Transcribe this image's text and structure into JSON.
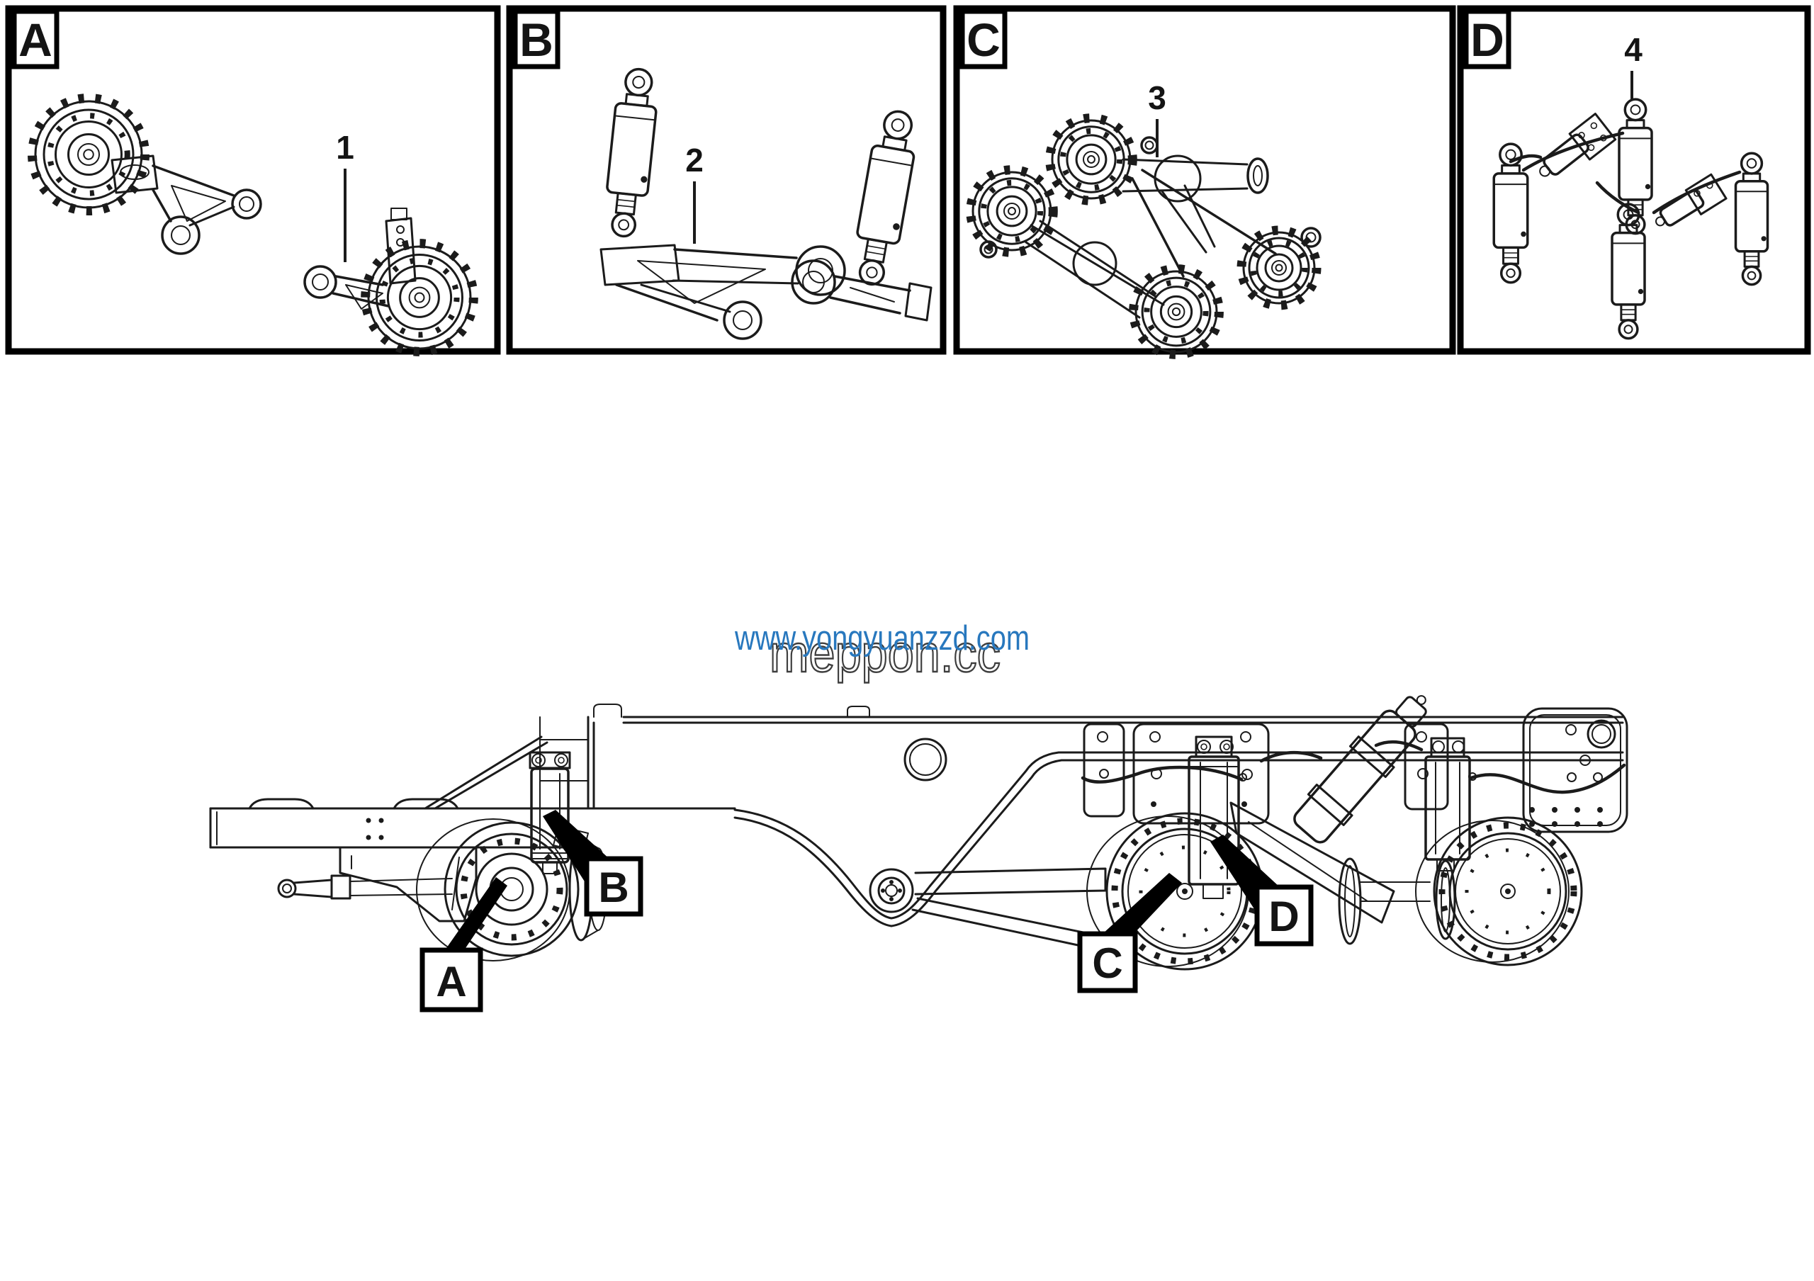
{
  "figure": {
    "type": "parts-location-diagram",
    "panels": [
      {
        "label": "A",
        "part_number": "1"
      },
      {
        "label": "B",
        "part_number": "2"
      },
      {
        "label": "C",
        "part_number": "3"
      },
      {
        "label": "D",
        "part_number": "4"
      }
    ],
    "chassis_callouts": [
      {
        "label": "A"
      },
      {
        "label": "B"
      },
      {
        "label": "C"
      },
      {
        "label": "D"
      }
    ]
  },
  "watermark": {
    "site_text": "www.yongyuanzzd.com",
    "site_color": "#2878be",
    "brand_text": "meppon.cc"
  },
  "colors": {
    "line": "#1b1b1b",
    "panel_border": "#000000",
    "background": "#ffffff"
  }
}
